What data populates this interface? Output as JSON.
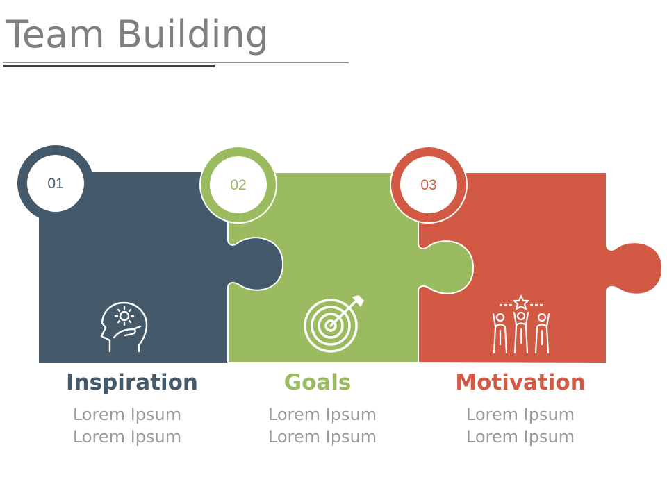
{
  "title": "Team Building",
  "colors": {
    "slate": "#44596a",
    "green": "#9bbb61",
    "red": "#d25a44",
    "title_gray": "#7f7f7f",
    "body_gray": "#9b9b9b"
  },
  "pieces": [
    {
      "number": "01",
      "heading": "Inspiration",
      "lines": [
        "Lorem Ipsum",
        "Lorem Ipsum"
      ],
      "icon": "head-idea-icon"
    },
    {
      "number": "02",
      "heading": "Goals",
      "lines": [
        "Lorem Ipsum",
        "Lorem Ipsum"
      ],
      "icon": "target-arrow-icon"
    },
    {
      "number": "03",
      "heading": "Motivation",
      "lines": [
        "Lorem Ipsum",
        "Lorem Ipsum"
      ],
      "icon": "team-star-icon"
    }
  ]
}
